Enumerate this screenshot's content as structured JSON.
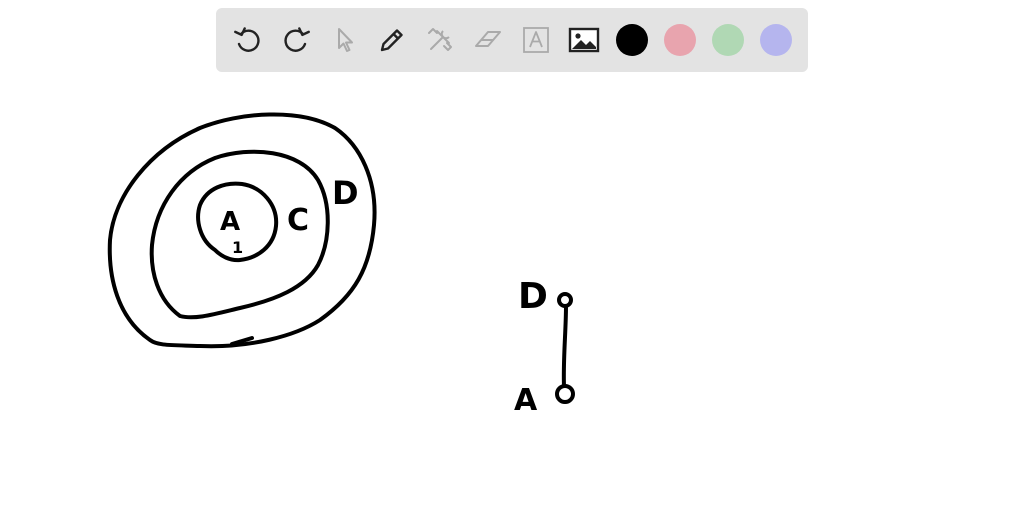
{
  "toolbar": {
    "tools": [
      {
        "name": "undo",
        "icon": "undo-icon",
        "enabled": true
      },
      {
        "name": "redo",
        "icon": "redo-icon",
        "enabled": true
      },
      {
        "name": "select",
        "icon": "cursor-icon",
        "enabled": false
      },
      {
        "name": "pen",
        "icon": "pencil-icon",
        "enabled": true
      },
      {
        "name": "tools",
        "icon": "hammer-wrench-icon",
        "enabled": false
      },
      {
        "name": "eraser",
        "icon": "eraser-icon",
        "enabled": false
      },
      {
        "name": "text",
        "icon": "text-box-icon",
        "enabled": false
      },
      {
        "name": "image",
        "icon": "image-icon",
        "enabled": true
      }
    ],
    "colors": [
      "#000000",
      "#e8a4ae",
      "#b0d8b4",
      "#b5b5ee"
    ],
    "selected_color": "#000000"
  },
  "drawing": {
    "inner_label": "A",
    "inner_sublabel": "1",
    "middle_label": "C",
    "outer_label": "D",
    "chain_top_label": "D",
    "chain_bottom_label": "A"
  }
}
